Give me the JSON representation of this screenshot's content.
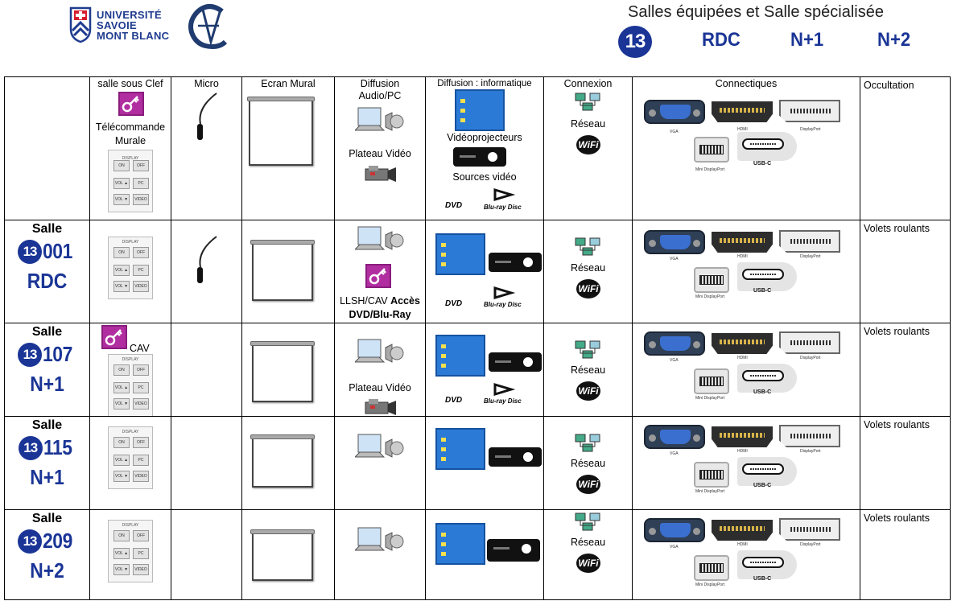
{
  "header": {
    "usmb_logo_lines": [
      "UNIVERSITÉ",
      "SAVOIE",
      "MONT BLANC"
    ],
    "title": "Salles équipées et Salle spécialisée",
    "legend_badge": "13",
    "levels": [
      "RDC",
      "N+1",
      "N+2"
    ]
  },
  "columns": {
    "clef": "salle sous Clef",
    "micro": "Micro",
    "ecran": "Ecran Mural",
    "diffusion": "Diffusion Audio/PC",
    "diffusion_info": "Diffusion : informatique",
    "connexion": "Connexion",
    "connectiques": "Connectiques",
    "occultation": "Occultation"
  },
  "legend_row": {
    "telecommande": "Télécommande Murale",
    "plateau": "Plateau Vidéo",
    "videoprojecteurs": "Vidéoprojecteurs",
    "sources": "Sources vidéo",
    "reseau": "Réseau"
  },
  "keypad": {
    "title": "DISPLAY",
    "keys": [
      "ON",
      "OFF",
      "VOL ▲",
      "PC",
      "VOL ▼",
      "VIDEO"
    ]
  },
  "connector_labels": {
    "vga": "VGA",
    "hdmi": "HDMI",
    "dp": "DisplayPort",
    "mdp": "Mini DisplayPort",
    "usbc": "USB-C"
  },
  "media_labels": {
    "dvd": "DVD",
    "bluray": "Blu-ray Disc"
  },
  "wifi_label": "WiFi",
  "rooms": [
    {
      "salle": "Salle",
      "badge": "13",
      "num": "001",
      "level": "RDC",
      "occultation": "Volets roulants",
      "diffusion_text": "LLSH/CAV",
      "diffusion_bold": "Accès DVD/Blu-Ray",
      "reseau": "Réseau"
    },
    {
      "salle": "Salle",
      "badge": "13",
      "num": "107",
      "level": "N+1",
      "occultation": "Volets roulants",
      "clef_text": "CAV",
      "plateau": "Plateau Vidéo",
      "reseau": "Réseau"
    },
    {
      "salle": "Salle",
      "badge": "13",
      "num": "115",
      "level": "N+1",
      "occultation": "Volets roulants",
      "reseau": "Réseau"
    },
    {
      "salle": "Salle",
      "badge": "13",
      "num": "209",
      "level": "N+2",
      "occultation": "Volets roulants",
      "reseau": "Réseau"
    }
  ]
}
